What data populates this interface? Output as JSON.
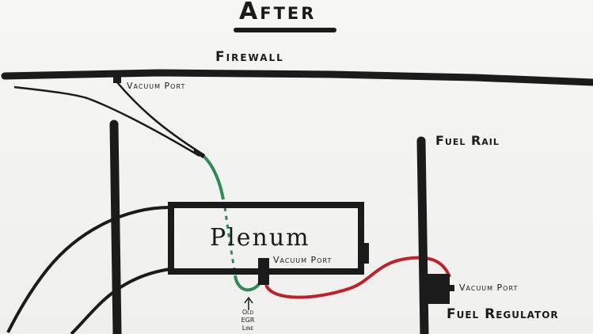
{
  "diagram": {
    "title": "After",
    "labels": {
      "firewall": "Firewall",
      "vacuum_port_firewall": "Vacuum Port",
      "fuel_rail": "Fuel Rail",
      "plenum": "Plenum",
      "vacuum_port_plenum": "Vacuum Port",
      "vacuum_port_regulator": "Vacuum Port",
      "fuel_regulator": "Fuel Regulator",
      "old_egr_line": [
        "Old",
        "EGR",
        "Line"
      ]
    },
    "colors": {
      "ink": "#1b1b1b",
      "green_line": "#2e8b57",
      "red_line": "#c0202a",
      "paper": "#f3f3f1"
    }
  }
}
